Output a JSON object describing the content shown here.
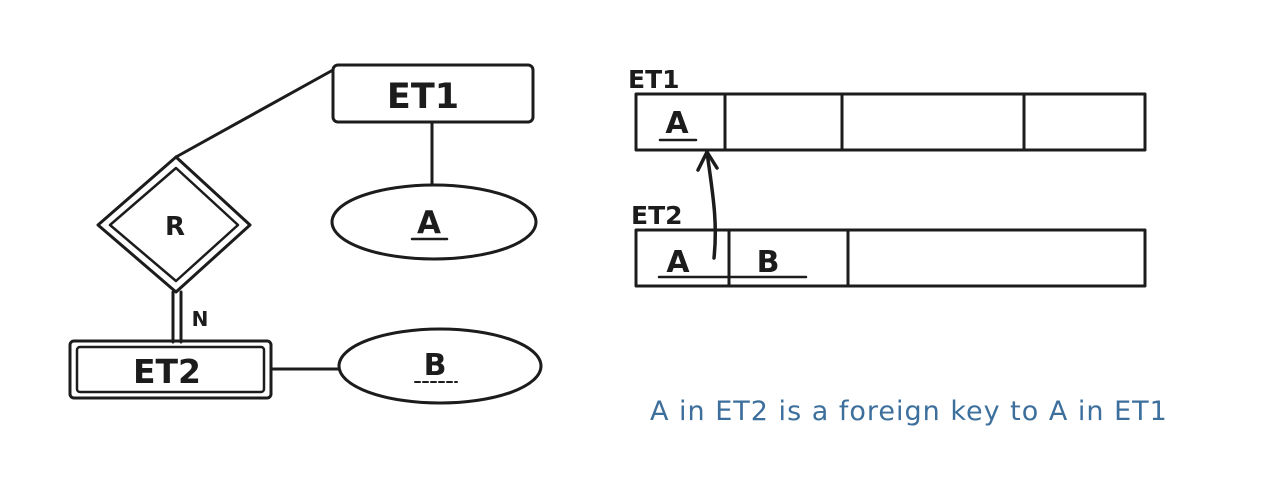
{
  "er_diagram": {
    "entity_et1": "ET1",
    "relationship": "R",
    "cardinality": "N",
    "weak_entity_et2": "ET2",
    "attribute_a": "A",
    "attribute_b": "B"
  },
  "tables": {
    "et1": {
      "name": "ET1",
      "cells": [
        "A",
        "",
        "",
        ""
      ]
    },
    "et2": {
      "name": "ET2",
      "cells": [
        "A",
        "B",
        ""
      ]
    }
  },
  "note": "A in ET2 is a foreign key to A in ET1",
  "colors": {
    "ink": "#1c1c1c",
    "note": "#3d6f9c"
  }
}
